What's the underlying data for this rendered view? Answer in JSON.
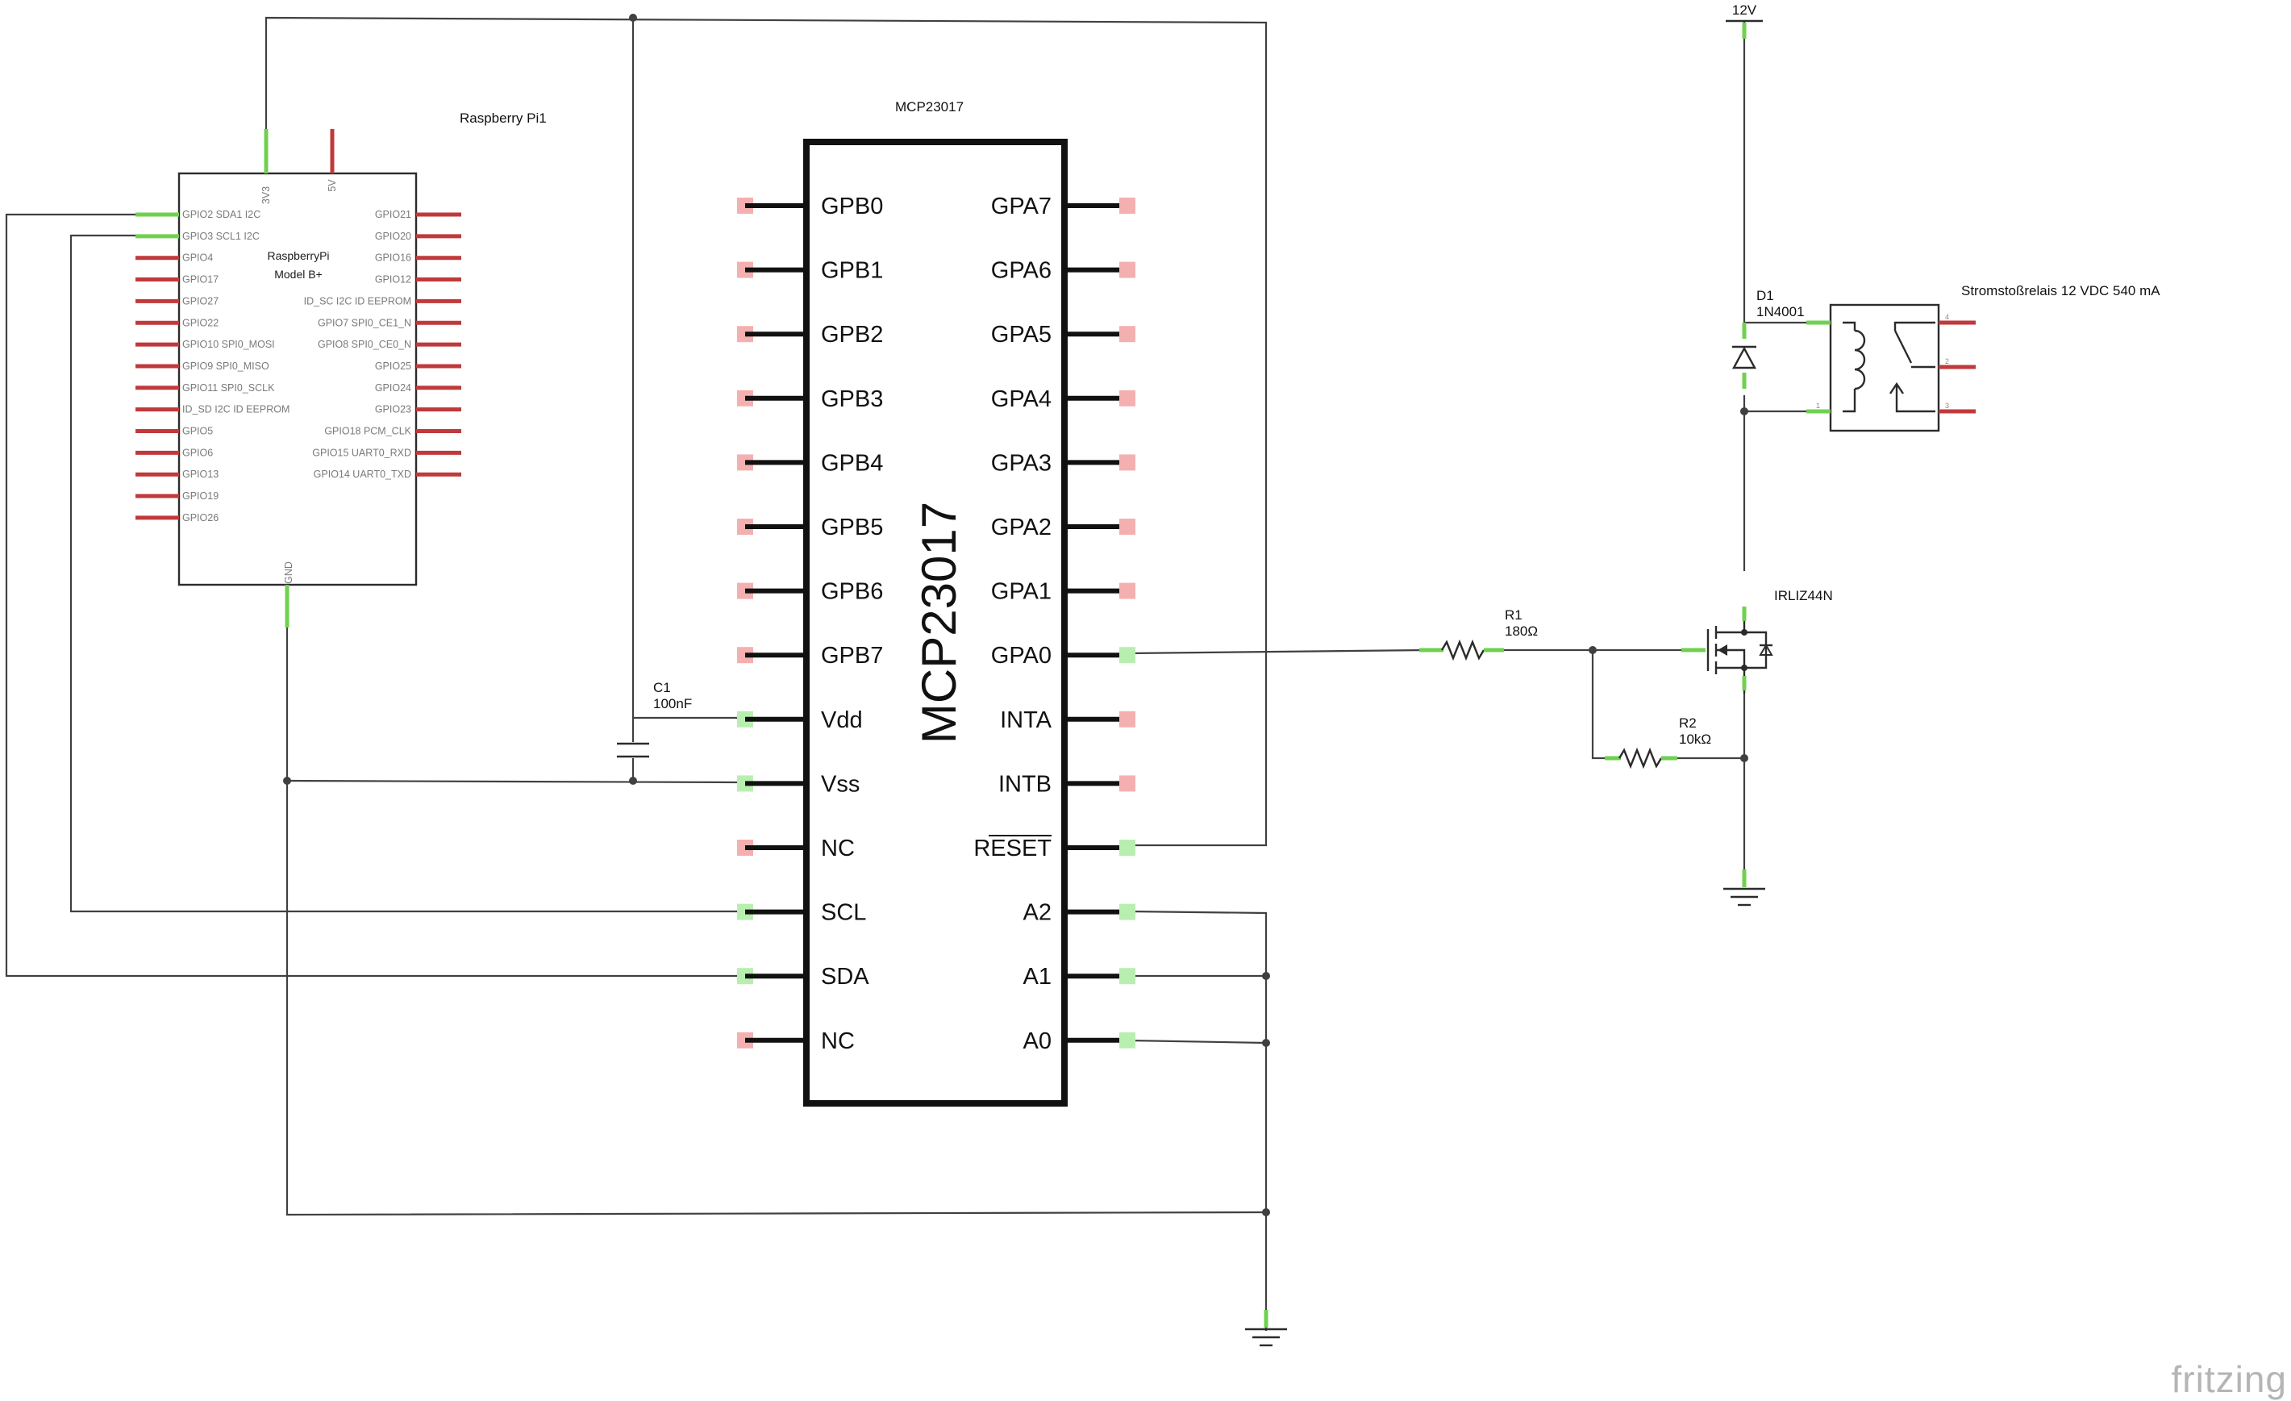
{
  "raspberry_pi": {
    "part_label": "Raspberry Pi1",
    "title_line1": "RaspberryPi",
    "title_line2": "Model B+",
    "top_pins": [
      "3V3",
      "5V"
    ],
    "bottom_pin": "GND",
    "left_pins": [
      "GPIO2 SDA1 I2C",
      "GPIO3 SCL1 I2C",
      "GPIO4",
      "GPIO17",
      "GPIO27",
      "GPIO22",
      "GPIO10 SPI0_MOSI",
      "GPIO9 SPI0_MISO",
      "GPIO11 SPI0_SCLK",
      "ID_SD I2C ID EEPROM",
      "GPIO5",
      "GPIO6",
      "GPIO13",
      "GPIO19",
      "GPIO26"
    ],
    "right_pins": [
      "GPIO21",
      "GPIO20",
      "GPIO16",
      "GPIO12",
      "ID_SC I2C ID EEPROM",
      "GPIO7 SPI0_CE1_N",
      "GPIO8 SPI0_CE0_N",
      "GPIO25",
      "GPIO24",
      "GPIO23",
      "GPIO18 PCM_CLK",
      "GPIO15 UART0_RXD",
      "GPIO14 UART0_TXD"
    ]
  },
  "mcp": {
    "part_label": "MCP23017",
    "body_label": "MCP23017",
    "left_pins": [
      "GPB0",
      "GPB1",
      "GPB2",
      "GPB3",
      "GPB4",
      "GPB5",
      "GPB6",
      "GPB7",
      "Vdd",
      "Vss",
      "NC",
      "SCL",
      "SDA",
      "NC"
    ],
    "right_pins": [
      "GPA7",
      "GPA6",
      "GPA5",
      "GPA4",
      "GPA3",
      "GPA2",
      "GPA1",
      "GPA0",
      "INTA",
      "INTB",
      "RESET",
      "A2",
      "A1",
      "A0"
    ]
  },
  "c1": {
    "name": "C1",
    "value": "100nF"
  },
  "r1": {
    "name": "R1",
    "value": "180Ω"
  },
  "r2": {
    "name": "R2",
    "value": "10kΩ"
  },
  "d1": {
    "name": "D1",
    "value": "1N4001"
  },
  "mosfet": {
    "name": "IRLIZ44N"
  },
  "relay": {
    "name": "Stromstoßrelais 12 VDC 540 mA",
    "pins": [
      "4",
      "2",
      "1",
      "3"
    ]
  },
  "supply": {
    "label": "12V"
  },
  "watermark": "fritzing",
  "colors": {
    "connected_pin": "#6fd14f",
    "unconnected_pin": "#c0393b",
    "wire": "#404040"
  }
}
